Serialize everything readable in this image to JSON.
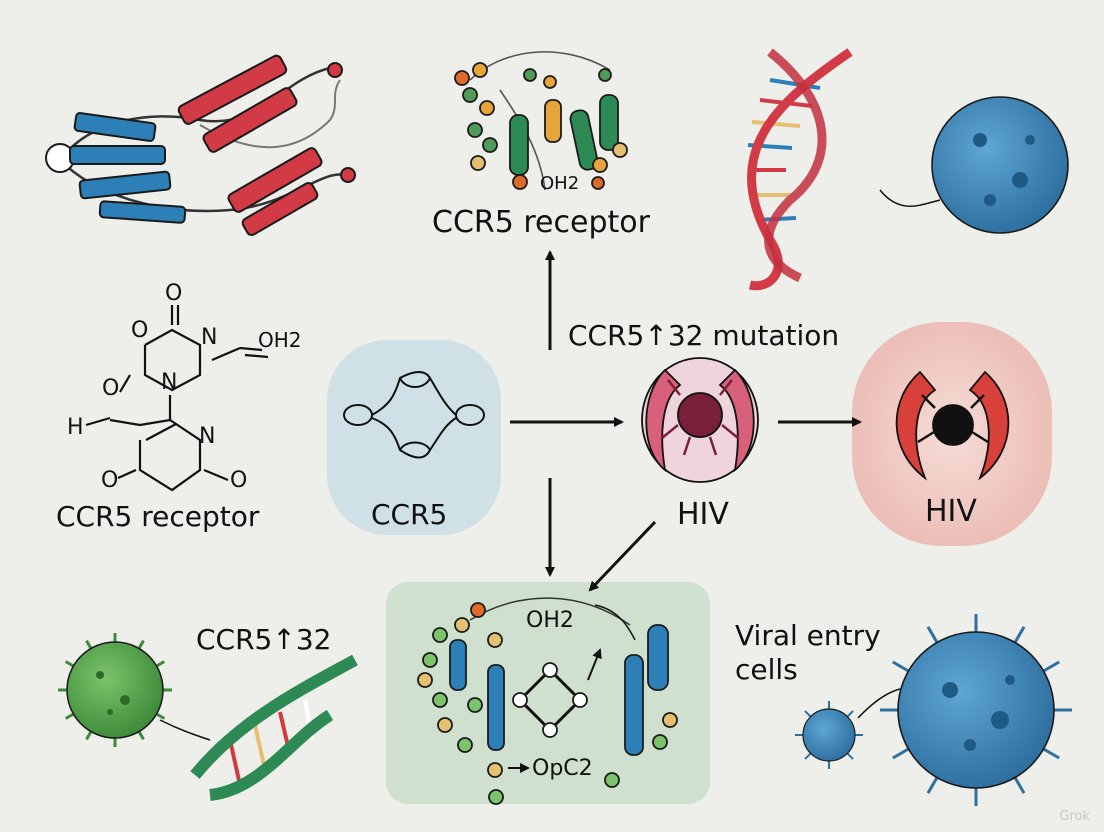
{
  "labels": {
    "ccr5_receptor_top": "CCR5 receptor",
    "ccr5_receptor_left": "CCR5 receptor",
    "ccr5_mutation": "CCR5↑32 mutation",
    "ccr5_center": "CCR5",
    "hiv_middle": "HIV",
    "hiv_right": "HIV",
    "ccr5_delta32": "CCR5↑32",
    "viral_entry_line1": "Viral entry",
    "viral_entry_line2": "cells"
  },
  "chem": {
    "top_oh2": "OH2",
    "mol_o_top": "O",
    "mol_o_ring": "O",
    "mol_n_ring": "N",
    "mol_oh2": "OH2",
    "mol_o_left": "O",
    "mol_n_mid": "N",
    "mol_h": "H",
    "mol_n_low": "N",
    "mol_o_bottom_left": "O",
    "mol_o_bottom_right": "O",
    "green_oh2": "OH2",
    "green_opc2": "OpC2"
  },
  "watermark": "Grok",
  "colors": {
    "background": "#eeeeea",
    "strand_red": "#d23a45",
    "strand_blue": "#2d7fb8",
    "helix_green": "#2e8a55",
    "ccr5_bubble": "#cfe0e6",
    "hiv_bubble": "#efc7c2",
    "green_panel": "#cfe0cf",
    "virus_blue": "#3a86b8",
    "virus_green": "#58a848"
  }
}
